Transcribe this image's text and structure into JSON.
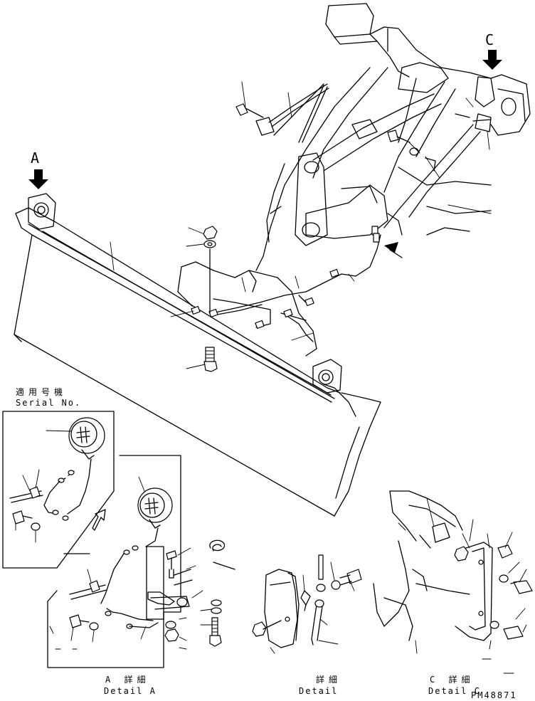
{
  "markers": {
    "a": "A",
    "c": "C"
  },
  "serial": {
    "title": "適用号機",
    "label": "Serial No."
  },
  "details": {
    "a": {
      "jp": "A 詳細",
      "en": "Detail A"
    },
    "b": {
      "jp": "詳細",
      "en": "Detail"
    },
    "c": {
      "jp": "C 詳細",
      "en": "Detail C"
    }
  },
  "drawing_code": "PM48871"
}
